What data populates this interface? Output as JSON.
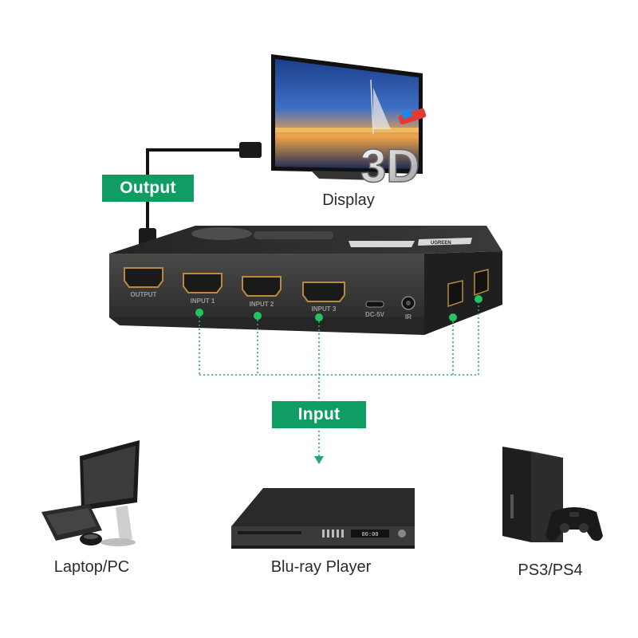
{
  "tags": {
    "output": "Output",
    "input": "Input"
  },
  "labels": {
    "display": "Display",
    "laptop": "Laptop/PC",
    "bluray": "Blu-ray Player",
    "console": "PS3/PS4"
  },
  "switch": {
    "ports": [
      "OUTPUT",
      "INPUT 1",
      "INPUT 2",
      "INPUT 3"
    ],
    "power": "DC-5V",
    "ir": "IR",
    "brand": "UGREEN"
  },
  "tv_badge": "3D",
  "player_display": "00:00",
  "colors": {
    "accent": "#0f9d63",
    "dot": "#22c55e",
    "device": "#2a2a2a"
  }
}
